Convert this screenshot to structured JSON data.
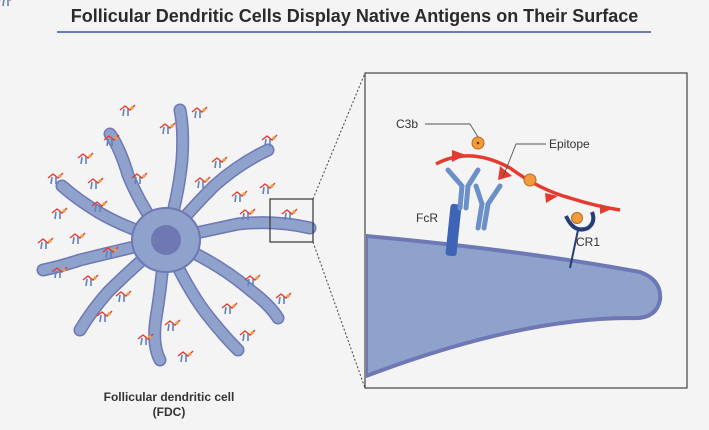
{
  "title": "Follicular Dendritic Cells Display Native Antigens on Their Surface",
  "cell_caption_line1": "Follicular dendritic cell",
  "cell_caption_line2": "(FDC)",
  "labels": {
    "c3b": "C3b",
    "epitope": "Epitope",
    "fcr": "FcR",
    "cr1": "CR1"
  },
  "colors": {
    "cell_fill": "#8fa2cc",
    "cell_stroke": "#6d78b5",
    "nucleus": "#6f78b3",
    "antigen_red": "#e53a30",
    "receptor_blue": "#3d64b5",
    "antibody_blue": "#6b8fc8",
    "c3b_orange": "#f29a3c",
    "cr1_navy": "#263e78"
  }
}
